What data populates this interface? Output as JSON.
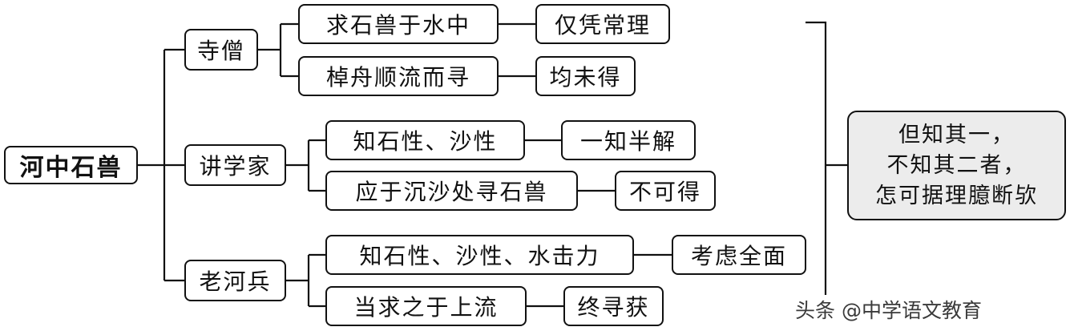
{
  "root": "河中石兽",
  "people": [
    {
      "name": "寺僧",
      "branches": [
        {
          "method": "求石兽于水中",
          "result": "仅凭常理"
        },
        {
          "method": "棹舟顺流而寻",
          "result": "均未得"
        }
      ]
    },
    {
      "name": "讲学家",
      "branches": [
        {
          "method": "知石性、沙性",
          "result": "一知半解"
        },
        {
          "method": "应于沉沙处寻石兽",
          "result": "不可得"
        }
      ]
    },
    {
      "name": "老河兵",
      "branches": [
        {
          "method": "知石性、沙性、水击力",
          "result": "考虑全面"
        },
        {
          "method": "当求之于上流",
          "result": "终寻获"
        }
      ]
    }
  ],
  "summary": [
    "但知其一，",
    "不知其二者，",
    "怎可据理臆断欤"
  ],
  "watermark": "头条 @中学语文教育"
}
